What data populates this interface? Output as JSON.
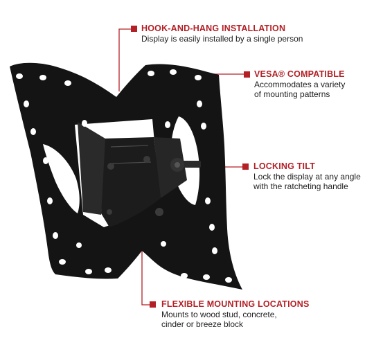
{
  "colors": {
    "accent": "#b32026",
    "mount_body": "#141414",
    "text": "#222222"
  },
  "callouts": {
    "hook_and_hang": {
      "title": "HOOK-AND-HANG INSTALLATION",
      "desc": "Display is easily installed by a single person"
    },
    "vesa": {
      "title": "VESA® COMPATIBLE",
      "desc_line1": "Accommodates a variety",
      "desc_line2": "of mounting patterns"
    },
    "locking_tilt": {
      "title": "LOCKING TILT",
      "desc_line1": "Lock the display at any angle",
      "desc_line2": "with the ratcheting handle"
    },
    "flexible_mounting": {
      "title": "FLEXIBLE MOUNTING LOCATIONS",
      "desc_line1": "Mounts to wood stud, concrete,",
      "desc_line2": "cinder or breeze block"
    }
  }
}
